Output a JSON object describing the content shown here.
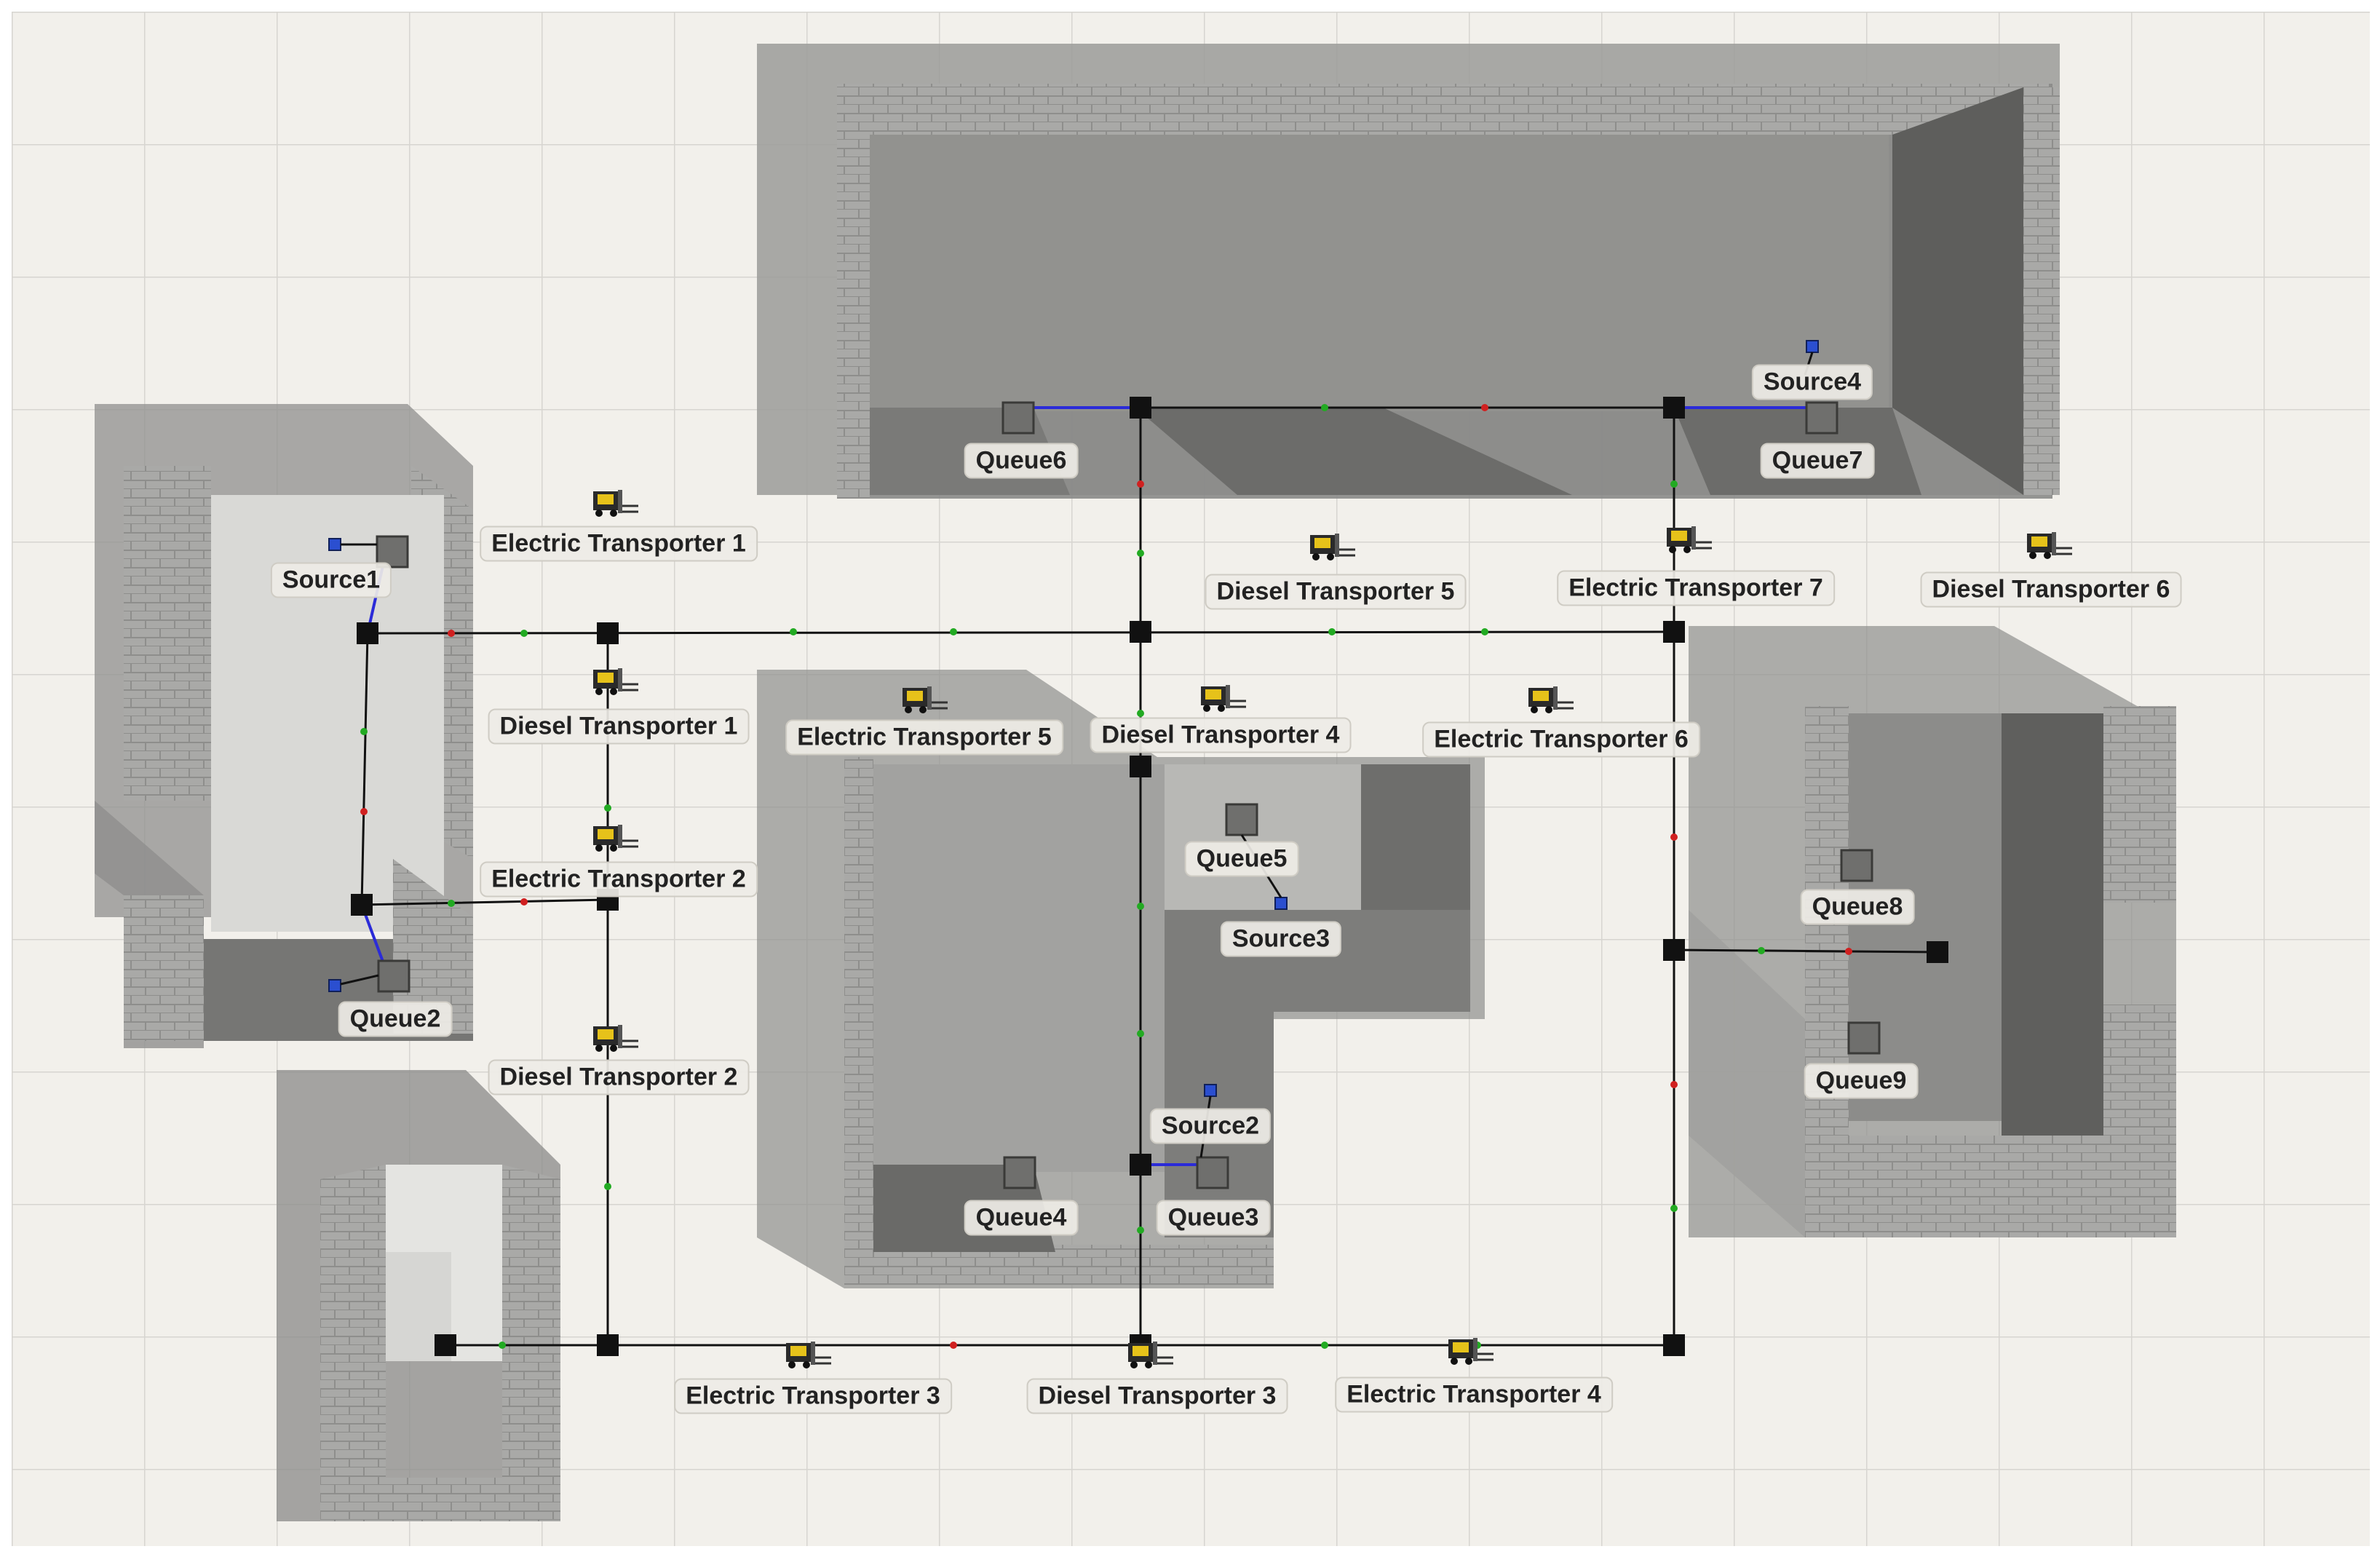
{
  "scene": {
    "background": "#f2f0eb",
    "grid_color": "#d7d5d0",
    "path_color": "#111111",
    "connector_color": "#2b2bd8",
    "node_color": "#111111",
    "arrow_green": "#22aa22",
    "arrow_red": "#d02020",
    "wall_color": "#a8a8a6",
    "shadow_color": "#6e6e6c",
    "floor_color": "#cfcfcc"
  },
  "sources": [
    {
      "id": "source1",
      "label": "Source1"
    },
    {
      "id": "source2",
      "label": "Source2"
    },
    {
      "id": "source3",
      "label": "Source3"
    },
    {
      "id": "source4",
      "label": "Source4"
    }
  ],
  "queues": [
    {
      "id": "queue2",
      "label": "Queue2"
    },
    {
      "id": "queue3",
      "label": "Queue3"
    },
    {
      "id": "queue4",
      "label": "Queue4"
    },
    {
      "id": "queue5",
      "label": "Queue5"
    },
    {
      "id": "queue6",
      "label": "Queue6"
    },
    {
      "id": "queue7",
      "label": "Queue7"
    },
    {
      "id": "queue8",
      "label": "Queue8"
    },
    {
      "id": "queue9",
      "label": "Queue9"
    }
  ],
  "transporters": [
    {
      "id": "electric-transporter-1",
      "label": "Electric Transporter 1",
      "icon": "forklift-icon"
    },
    {
      "id": "electric-transporter-2",
      "label": "Electric Transporter 2",
      "icon": "forklift-icon"
    },
    {
      "id": "electric-transporter-3",
      "label": "Electric Transporter 3",
      "icon": "forklift-icon"
    },
    {
      "id": "electric-transporter-4",
      "label": "Electric Transporter 4",
      "icon": "forklift-icon"
    },
    {
      "id": "electric-transporter-5",
      "label": "Electric Transporter 5",
      "icon": "forklift-icon"
    },
    {
      "id": "electric-transporter-6",
      "label": "Electric Transporter 6",
      "icon": "forklift-icon"
    },
    {
      "id": "electric-transporter-7",
      "label": "Electric Transporter 7",
      "icon": "forklift-icon"
    },
    {
      "id": "diesel-transporter-1",
      "label": "Diesel Transporter 1",
      "icon": "forklift-icon"
    },
    {
      "id": "diesel-transporter-2",
      "label": "Diesel Transporter 2",
      "icon": "forklift-icon"
    },
    {
      "id": "diesel-transporter-3",
      "label": "Diesel Transporter 3",
      "icon": "forklift-icon"
    },
    {
      "id": "diesel-transporter-4",
      "label": "Diesel Transporter 4",
      "icon": "forklift-icon"
    },
    {
      "id": "diesel-transporter-5",
      "label": "Diesel Transporter 5",
      "icon": "forklift-icon"
    },
    {
      "id": "diesel-transporter-6",
      "label": "Diesel Transporter 6",
      "icon": "forklift-icon"
    }
  ]
}
